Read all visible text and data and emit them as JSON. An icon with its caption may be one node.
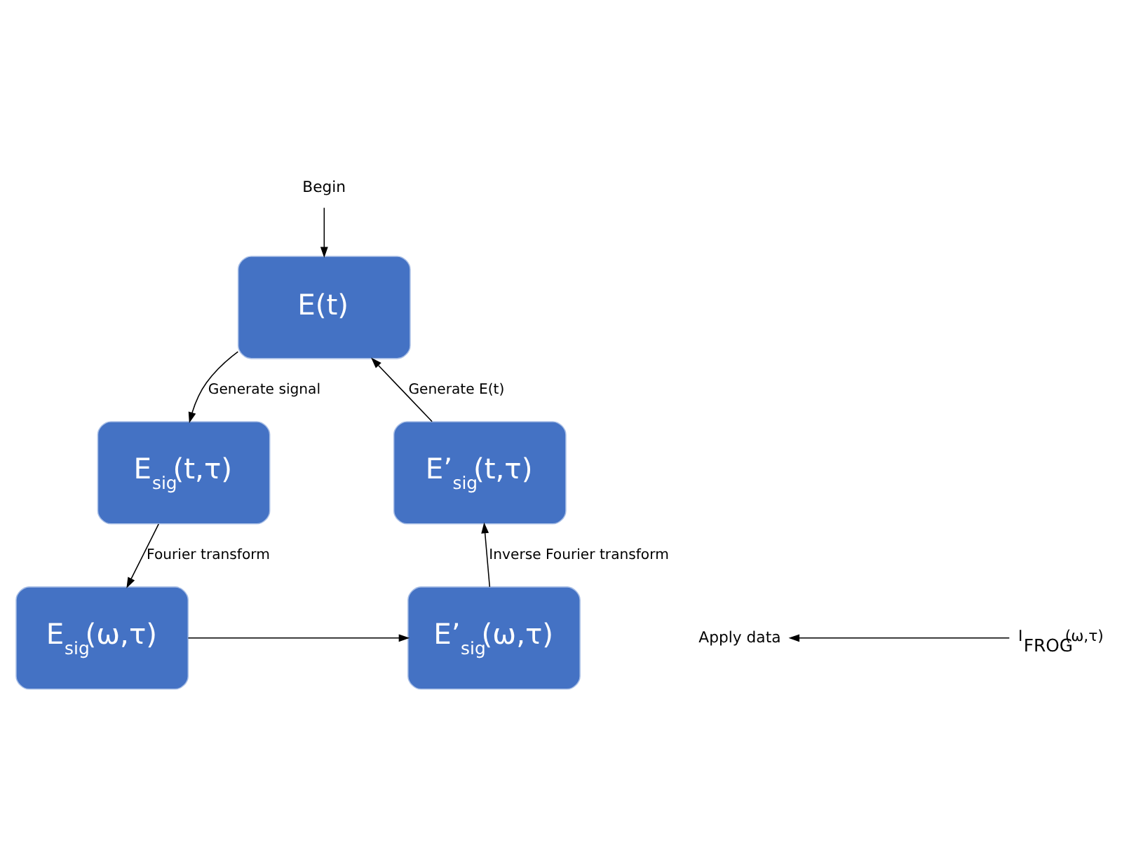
{
  "diagram": {
    "nodes": [
      {
        "text": [
          "E(t)"
        ]
      },
      {
        "text": [
          "E$_{sig}$(t,τ)"
        ]
      },
      {
        "text": [
          "E$_{sig}$(ω,τ)"
        ]
      },
      {
        "text": [
          "E’$_{sig}$(ω,τ)"
        ]
      },
      {
        "text": [
          "E’$_{sig}$(t,τ)"
        ]
      },
      {
        "text": [
          "Begin"
        ]
      },
      {
        "text": [
          "I$_{FROG}$(ω,τ)"
        ]
      },
      {
        "text": [
          "Apply data"
        ]
      }
    ],
    "edges": [
      {
        "from": 5,
        "to": 0,
        "arrow": "to"
      },
      {
        "from": 0,
        "to": 1,
        "arrow": "to",
        "label": "Generate signal"
      },
      {
        "from": 1,
        "to": 2,
        "arrow": "to",
        "label": "Fourier transform"
      },
      {
        "from": 2,
        "to": 3,
        "arrow": "to"
      },
      {
        "from": 6,
        "to": 7,
        "arrow": "to"
      },
      {
        "from": 3,
        "to": 4,
        "arrow": "to",
        "label": "Inverse Fourier transform"
      },
      {
        "from": 4,
        "to": 0,
        "arrow": "to",
        "label": "Generate E(t)"
      }
    ]
  }
}
